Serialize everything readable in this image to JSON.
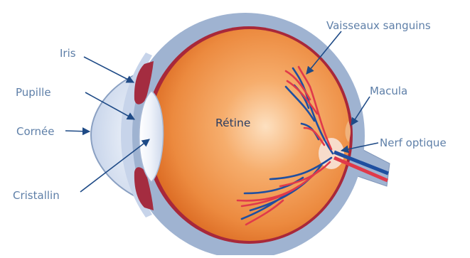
{
  "diagram": {
    "labels": {
      "iris": "Iris",
      "pupil": "Pupille",
      "cornea": "Cornée",
      "lens": "Cristallin",
      "retina": "Rétine",
      "blood_vessels": "Vaisseaux sanguins",
      "macula": "Macula",
      "optic_nerve": "Nerf optique"
    },
    "colors": {
      "sclera": "#9fb3d1",
      "sclera_edge": "#7f95b8",
      "vitreous_light": "#f9c99c",
      "vitreous_mid": "#f1924a",
      "vitreous_dark": "#d5661f",
      "choroid": "#a8283a",
      "iris": "#a42c40",
      "cornea": "#d5dff0",
      "lens": "#e5ecf7",
      "artery": "#e03a4a",
      "vein": "#1f4fa0",
      "label_text": "#5e7fa8",
      "arrow": "#1e4a86"
    }
  }
}
